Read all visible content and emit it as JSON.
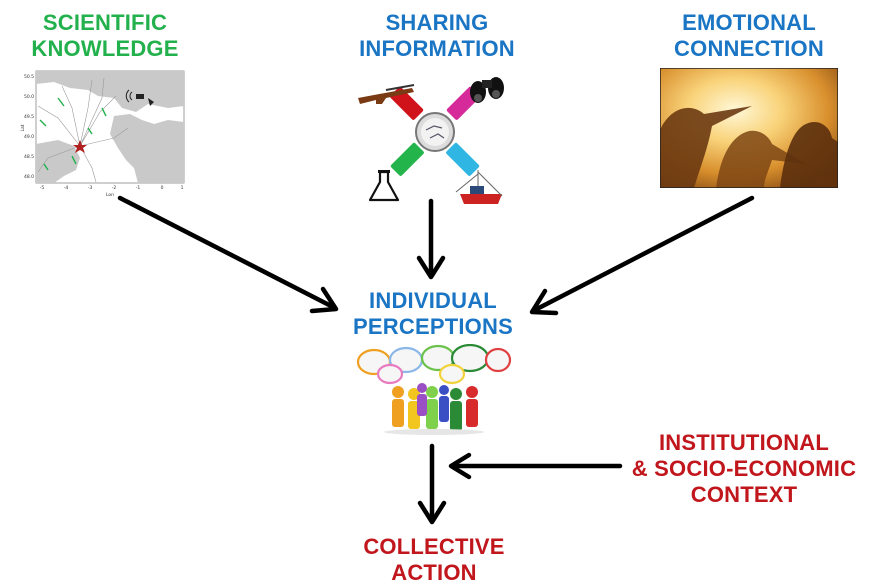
{
  "top_labels": {
    "scientific": [
      "SCIENTIFIC",
      "KNOWLEDGE"
    ],
    "sharing": [
      "SHARING",
      "INFORMATION"
    ],
    "emotional": [
      "EMOTIONAL",
      "CONNECTION"
    ]
  },
  "middle_label": [
    "INDIVIDUAL",
    "PERCEPTIONS"
  ],
  "context_label": [
    "INSTITUTIONAL",
    "& SOCIO-ECONOMIC",
    "CONTEXT"
  ],
  "bottom_label": [
    "COLLECTIVE",
    "ACTION"
  ],
  "map": {
    "y_axis_title": "Lat",
    "x_axis_title": "Lon",
    "y_ticks": [
      "50.5",
      "50.0",
      "49.5",
      "49.0",
      "48.5",
      "48.0"
    ],
    "x_ticks": [
      "-5",
      "-4",
      "-3",
      "-2",
      "-1",
      "0",
      "1"
    ]
  },
  "colors": {
    "green": "#22b14c",
    "blue": "#1a75c4",
    "red": "#c0161c",
    "arrow": "#000000",
    "cross_red": "#d0121b",
    "cross_magenta": "#d62a9a",
    "cross_green": "#23b54b",
    "cross_cyan": "#2fb6e3"
  }
}
